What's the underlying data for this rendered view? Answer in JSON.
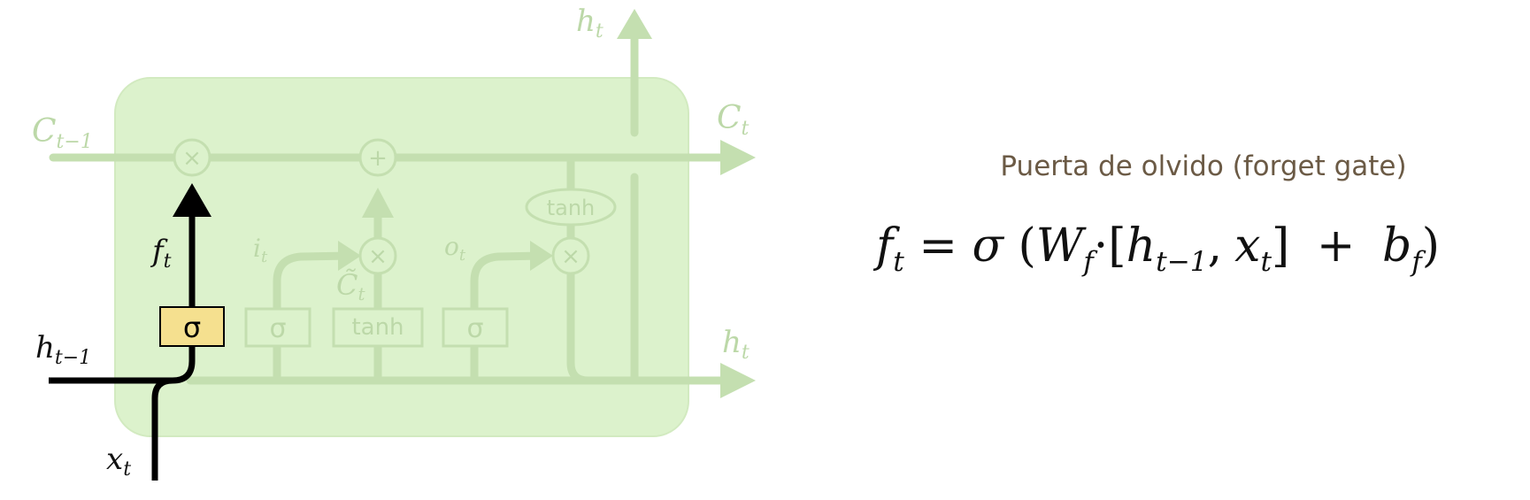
{
  "diagram": {
    "labels": {
      "c_prev": "C",
      "c_prev_sub": "t−1",
      "c_next": "C",
      "c_next_sub": "t",
      "h_top": "h",
      "h_top_sub": "t",
      "h_right": "h",
      "h_right_sub": "t",
      "h_prev": "h",
      "h_prev_sub": "t−1",
      "x_in": "x",
      "x_in_sub": "t",
      "f_gate": "f",
      "f_gate_sub": "t",
      "i_gate": "i",
      "i_gate_sub": "t",
      "o_gate": "o",
      "o_gate_sub": "t",
      "c_tilde": "C̃",
      "c_tilde_sub": "t"
    },
    "boxes": {
      "sigma_forget": "σ",
      "sigma_input": "σ",
      "tanh_candidate": "tanh",
      "sigma_output": "σ"
    },
    "operators": {
      "mult_forget": "×",
      "add_cell": "+",
      "mult_input": "×",
      "mult_output": "×",
      "tanh_cell": "tanh"
    },
    "colors": {
      "cell_fill": "#dcf2cc",
      "faded_line": "#c4dfb0",
      "faded_text": "#bcd8a8",
      "highlight_box": "#f5e08f",
      "highlight_line": "#000000"
    }
  },
  "caption": {
    "title": "Puerta de olvido (forget gate)"
  },
  "equation": {
    "lhs": "f",
    "lhs_sub": "t",
    "equals": "=",
    "sigma": "σ",
    "open_paren": "(",
    "w": "W",
    "w_sub": "f",
    "dot": "·",
    "open_bracket": "[",
    "h": "h",
    "h_sub": "t−1",
    "comma": ",",
    "x": "x",
    "x_sub": "t",
    "close_bracket": "]",
    "plus": "+",
    "b": "b",
    "b_sub": "f",
    "close_paren": ")"
  }
}
